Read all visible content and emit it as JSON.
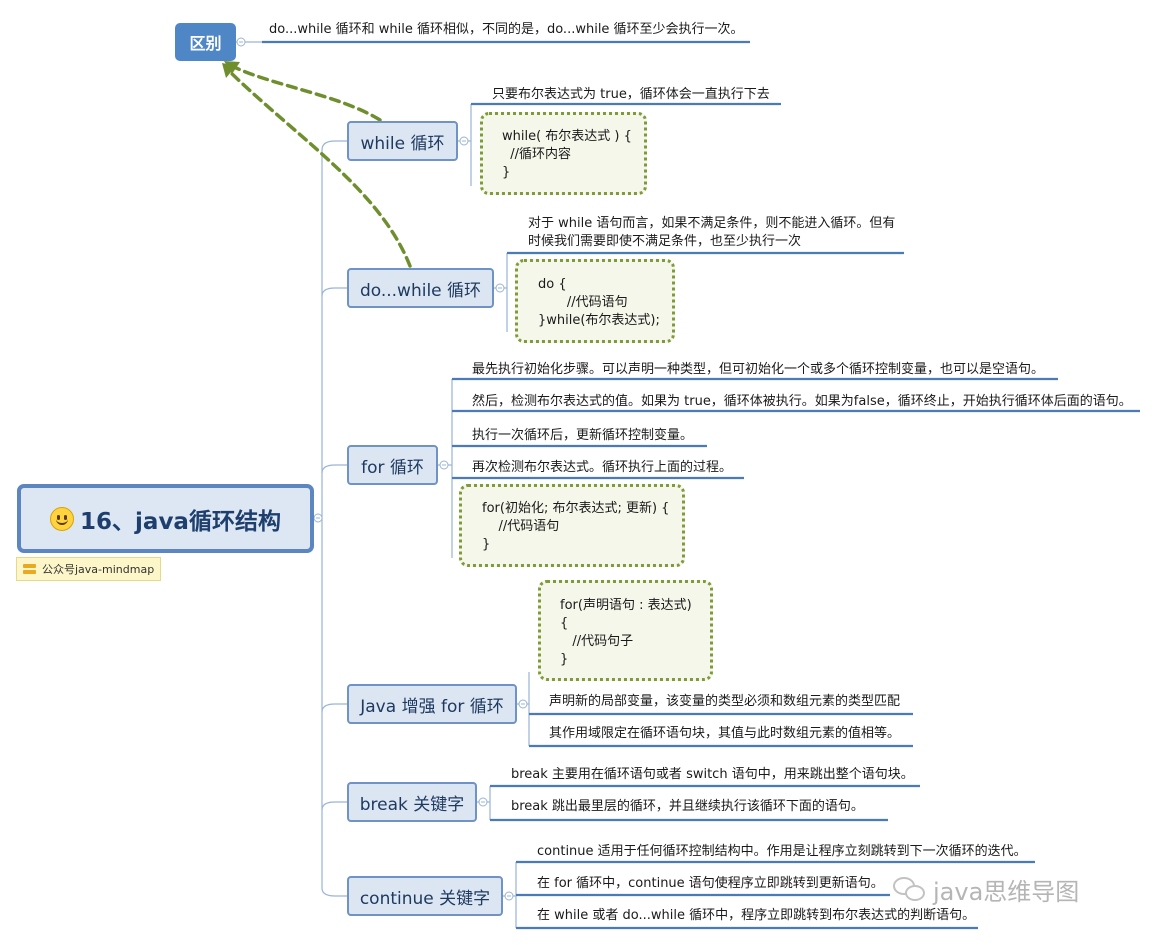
{
  "root": {
    "title": "16、java循环结构",
    "tag": "公众号java-mindmap"
  },
  "difference": {
    "label": "区别",
    "text": "do...while 循环和 while 循环相似，不同的是，do...while 循环至少会执行一次。"
  },
  "branches": {
    "while": {
      "label": "while 循环",
      "desc": "只要布尔表达式为 true，循环体会一直执行下去",
      "code": [
        "while( 布尔表达式 ) {",
        "  //循环内容",
        "}"
      ]
    },
    "do_while": {
      "label": "do...while 循环",
      "desc": [
        "对于 while 语句而言，如果不满足条件，则不能进入循环。但有",
        "时候我们需要即使不满足条件，也至少执行一次"
      ],
      "code": [
        "do {",
        "       //代码语句",
        "}while(布尔表达式);"
      ]
    },
    "for": {
      "label": "for 循环",
      "items": [
        "最先执行初始化步骤。可以声明一种类型，但可初始化一个或多个循环控制变量，也可以是空语句。",
        "然后，检测布尔表达式的值。如果为 true，循环体被执行。如果为false，循环终止，开始执行循环体后面的语句。",
        "执行一次循环后，更新循环控制变量。",
        "再次检测布尔表达式。循环执行上面的过程。"
      ],
      "code": [
        "for(初始化; 布尔表达式; 更新) {",
        "    //代码语句",
        "}"
      ]
    },
    "enhanced_for": {
      "label": "Java 增强 for 循环",
      "code": [
        "for(声明语句 : 表达式)",
        "{",
        "   //代码句子",
        "}"
      ],
      "items": [
        "声明新的局部变量，该变量的类型必须和数组元素的类型匹配",
        "其作用域限定在循环语句块，其值与此时数组元素的值相等。"
      ]
    },
    "break": {
      "label": "break 关键字",
      "items": [
        "break 主要用在循环语句或者 switch 语句中，用来跳出整个语句块。",
        "break 跳出最里层的循环，并且继续执行该循环下面的语句。"
      ]
    },
    "continue": {
      "label": "continue 关键字",
      "items": [
        "continue 适用于任何循环控制结构中。作用是让程序立刻跳转到下一次循环的迭代。",
        "在 for 循环中，continue 语句使程序立即跳转到更新语句。",
        "在 while 或者 do...while 循环中，程序立即跳转到布尔表达式的判断语句。"
      ]
    }
  },
  "watermark": "java思维导图",
  "colors": {
    "branch_line": "#4a7ab8",
    "node_fill": "#dce6f2",
    "dotted_border": "#7f9a3a",
    "arrow": "#6f8f2f",
    "diff_fill": "#4f86c6"
  }
}
